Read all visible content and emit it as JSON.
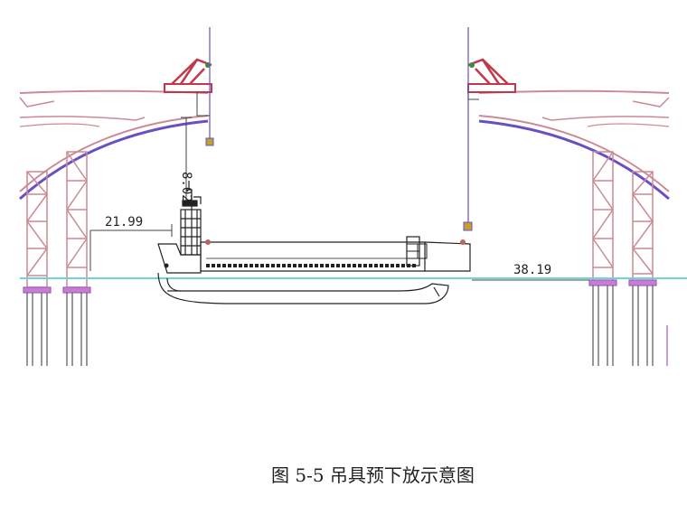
{
  "figure": {
    "caption": "图 5-5 吊具预下放示意图",
    "dimensions": {
      "left_clearance": "21.99",
      "right_clearance": "38.19",
      "vertical_height": "8.02"
    }
  },
  "colors": {
    "arch": "#cc8a94",
    "arch_lower": "#6a4fc4",
    "crane": "#c0394b",
    "water": "#6fd3d6",
    "hull": "#222222"
  }
}
